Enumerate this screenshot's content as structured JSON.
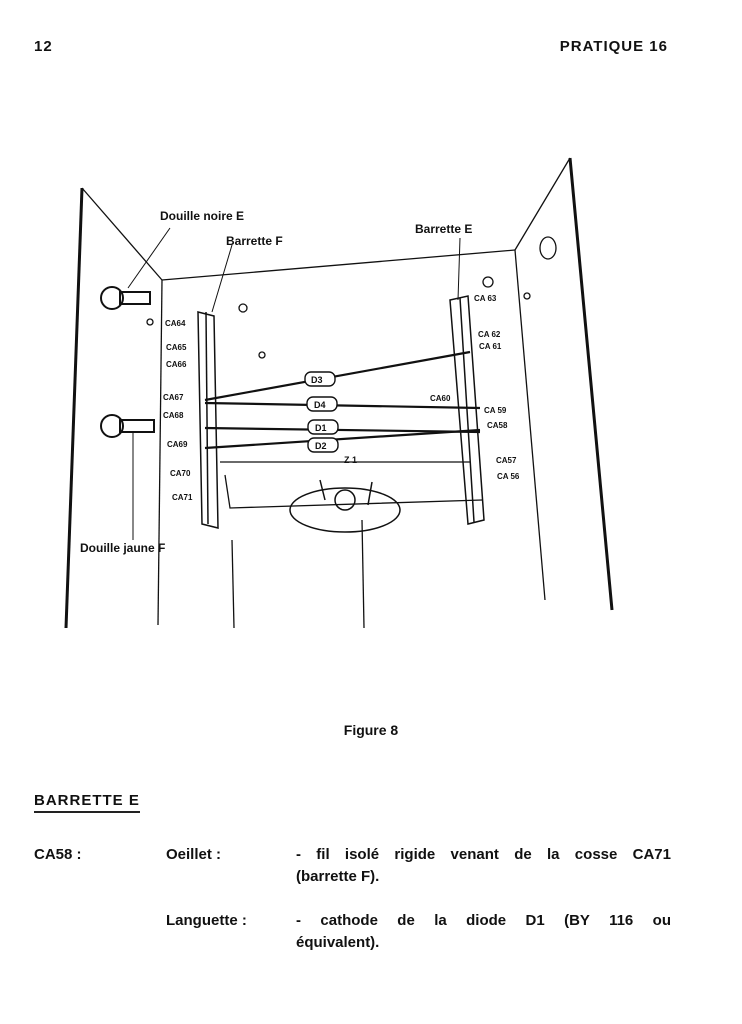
{
  "header": {
    "page_number": "12",
    "title": "PRATIQUE 16"
  },
  "figure": {
    "labels": {
      "douille_noire": "Douille noire E",
      "barrette_f": "Barrette F",
      "barrette_e": "Barrette E",
      "douille_jaune": "Douille jaune F",
      "z1": "Z 1"
    },
    "left_lugs": [
      "CA64",
      "CA65",
      "CA66",
      "CA67",
      "CA68",
      "CA69",
      "CA70",
      "CA71"
    ],
    "right_lugs": [
      "CA 63",
      "CA 62",
      "CA 61",
      "CA60",
      "CA 59",
      "CA58",
      "CA57",
      "CA 56"
    ],
    "diodes": [
      "D3",
      "D4",
      "D1",
      "D2"
    ],
    "caption": "Figure 8"
  },
  "section": {
    "title": "BARRETTE E",
    "entries": [
      {
        "ref": "CA58 :",
        "items": [
          {
            "term": "Oeillet :",
            "desc_line1": "- fil isolé rigide venant de la cosse CA71",
            "desc_line2": "(barrette F)."
          },
          {
            "term": "Languette :",
            "desc_line1": "- cathode de la diode D1 (BY 116 ou",
            "desc_line2": "équivalent)."
          }
        ]
      }
    ]
  }
}
